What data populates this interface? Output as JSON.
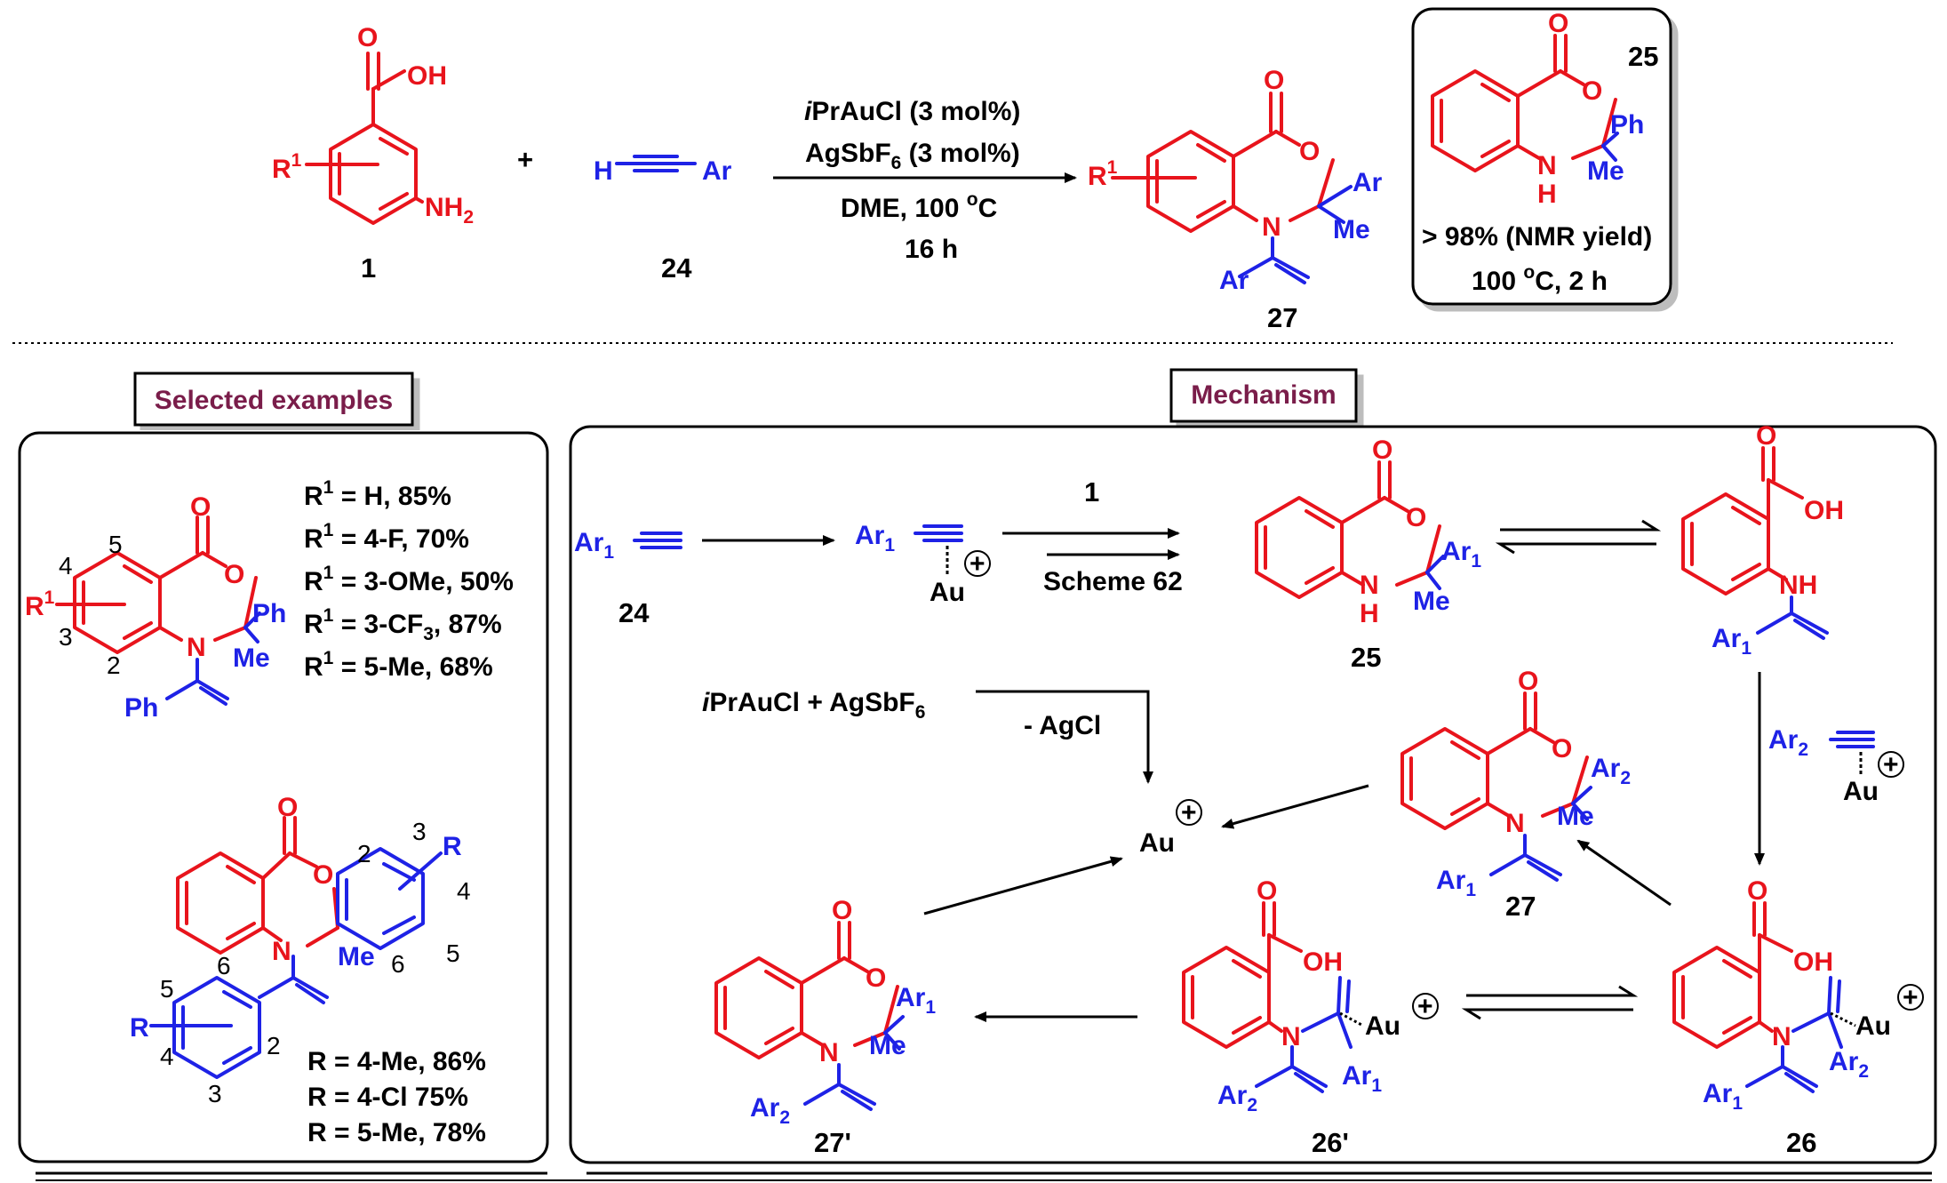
{
  "top": {
    "reactant_1": {
      "label": "1",
      "r1": "R",
      "r1_sup": "1",
      "oh": "OH",
      "o": "O",
      "nh2": "NH",
      "nh2_sub": "2"
    },
    "plus": "+",
    "reactant_24": {
      "label": "24",
      "h": "H",
      "ar": "Ar"
    },
    "conditions": {
      "line1_italic": "i",
      "line1": "PrAuCl (3 mol%)",
      "line2a": "AgSbF",
      "line2_sub": "6",
      "line2b": " (3 mol%)",
      "line3": "DME, 100 ",
      "line3_sup": "o",
      "line3_end": "C",
      "line4": "16 h"
    },
    "product_27": {
      "label": "27",
      "r1": "R",
      "r1_sup": "1",
      "o_carbonyl": "O",
      "o_ring": "O",
      "n": "N",
      "ar": "Ar",
      "me": "Me",
      "ar_vinyl": "Ar"
    },
    "box25": {
      "label": "25",
      "o_carbonyl": "O",
      "o_ring": "O",
      "ph": "Ph",
      "nh": "N",
      "h": "H",
      "me": "Me",
      "yield": "> 98% (NMR yield)",
      "cond": "100 ",
      "cond_sup": "o",
      "cond_end": "C, 2 h"
    }
  },
  "selected": {
    "header": "Selected examples",
    "ex1": {
      "r1": "R",
      "r1_sup": "1",
      "o_carbonyl": "O",
      "o_ring": "O",
      "n": "N",
      "ph": "Ph",
      "me": "Me",
      "ph_vinyl": "Ph",
      "positions": [
        "5",
        "4",
        "3",
        "2"
      ],
      "results": [
        {
          "pre": "R",
          "sup": "1",
          "post": " = H, 85%"
        },
        {
          "pre": "R",
          "sup": "1",
          "post": " = 4-F,  70%"
        },
        {
          "pre": "R",
          "sup": "1",
          "post": " = 3-OMe, 50%"
        },
        {
          "pre": "R",
          "sup": "1",
          "post": " = 3-CF",
          "sub": "3",
          "end": ", 87%"
        },
        {
          "pre": "R",
          "sup": "1",
          "post": " = 5-Me, 68%"
        }
      ]
    },
    "ex2": {
      "o_carbonyl": "O",
      "o_ring": "O",
      "n": "N",
      "me": "Me",
      "r_top": "R",
      "r_left": "R",
      "positions_top": [
        "2",
        "3",
        "4",
        "5",
        "6"
      ],
      "positions_bottom": [
        "6",
        "5",
        "4",
        "3",
        "2"
      ],
      "results": [
        "R = 4-Me, 86%",
        "R = 4-Cl 75%",
        "R = 5-Me, 78%"
      ]
    }
  },
  "mechanism": {
    "header": "Mechanism",
    "alkyne24": {
      "ar": "Ar",
      "sub": "1",
      "label": "24"
    },
    "au_complex": {
      "ar": "Ar",
      "sub": "1",
      "au": "Au",
      "plus": "+"
    },
    "arrow_top": {
      "above": "1",
      "below": "Scheme 62"
    },
    "cmpd25": {
      "label": "25",
      "o_carbonyl": "O",
      "o_ring": "O",
      "nh": "N",
      "h": "H",
      "ar": "Ar",
      "ar_sub": "1",
      "me": "Me"
    },
    "open_amine": {
      "o": "O",
      "oh": "OH",
      "nh": "NH",
      "ar": "Ar",
      "ar_sub": "1"
    },
    "catalyst": {
      "i": "i",
      "text": "PrAuCl + AgSbF",
      "sub": "6",
      "minus": "- AgCl"
    },
    "au_center": {
      "au": "Au",
      "plus": "+"
    },
    "au_ar2": {
      "ar": "Ar",
      "sub": "2",
      "au": "Au",
      "plus": "+"
    },
    "cmpd27": {
      "label": "27",
      "o_carbonyl": "O",
      "o_ring": "O",
      "n": "N",
      "ar": "Ar",
      "ar_sub": "2",
      "me": "Me",
      "ar_v": "Ar",
      "ar_v_sub": "1"
    },
    "cmpd27p": {
      "label": "27'",
      "o_carbonyl": "O",
      "o_ring": "O",
      "n": "N",
      "ar": "Ar",
      "ar_sub": "1",
      "me": "Me",
      "ar_v": "Ar",
      "ar_v_sub": "2"
    },
    "cmpd26p": {
      "label": "26'",
      "o": "O",
      "oh": "OH",
      "n": "N",
      "au": "Au",
      "plus": "+",
      "ar1": "Ar",
      "ar1_sub": "1",
      "ar2": "Ar",
      "ar2_sub": "2"
    },
    "cmpd26": {
      "label": "26",
      "o": "O",
      "oh": "OH",
      "n": "N",
      "au": "Au",
      "plus": "+",
      "ar2": "Ar",
      "ar2_sub": "2",
      "ar1": "Ar",
      "ar1_sub": "1"
    }
  },
  "colors": {
    "red": "#e8141c",
    "blue": "#1e22e6",
    "header": "#7a1d4a"
  }
}
